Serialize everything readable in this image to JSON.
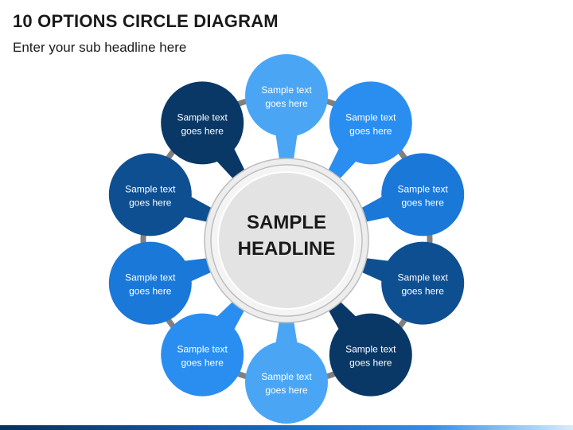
{
  "header": {
    "title": "10 OPTIONS CIRCLE DIAGRAM",
    "subtitle": "Enter your sub headline here"
  },
  "center": {
    "line1": "SAMPLE",
    "line2": "HEADLINE"
  },
  "nodes": [
    {
      "line1": "Sample text",
      "line2": "goes here",
      "color": "#4aa6f5"
    },
    {
      "line1": "Sample text",
      "line2": "goes here",
      "color": "#2a8ef0"
    },
    {
      "line1": "Sample text",
      "line2": "goes here",
      "color": "#1a78d8"
    },
    {
      "line1": "Sample text",
      "line2": "goes here",
      "color": "#0e4f91"
    },
    {
      "line1": "Sample text",
      "line2": "goes here",
      "color": "#0a3866"
    },
    {
      "line1": "Sample text",
      "line2": "goes here",
      "color": "#4aa6f5"
    },
    {
      "line1": "Sample text",
      "line2": "goes here",
      "color": "#2a8ef0"
    },
    {
      "line1": "Sample text",
      "line2": "goes here",
      "color": "#1a78d8"
    },
    {
      "line1": "Sample text",
      "line2": "goes here",
      "color": "#0e4f91"
    },
    {
      "line1": "Sample text",
      "line2": "goes here",
      "color": "#0a3866"
    }
  ],
  "colors": {
    "ring": "#808080",
    "center_fill": "#e3e3e3",
    "center_ring": "#bdbdbd"
  }
}
